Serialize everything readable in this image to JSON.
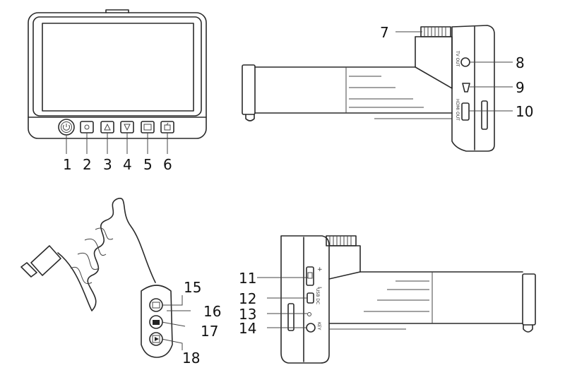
{
  "callouts": {
    "c1": "1",
    "c2": "2",
    "c3": "3",
    "c4": "4",
    "c5": "5",
    "c6": "6",
    "c7": "7",
    "c8": "8",
    "c9": "9",
    "c10": "10",
    "c11": "11",
    "c12": "12",
    "c13": "13",
    "c14": "14",
    "c15": "15",
    "c16": "16",
    "c17": "17",
    "c18": "18"
  },
  "port_labels": {
    "tv_out": "TV OUT",
    "hdmi_out": "HDMI OUT",
    "usb_dc": "USB DC",
    "key": "KEY",
    "plus": "+",
    "minus": "−"
  },
  "icons": {
    "b1": "power-icon",
    "b2": "settings-icon",
    "b3": "up-arrow-icon",
    "b4": "down-arrow-icon",
    "b5": "mode-icon",
    "b6": "playback-icon",
    "r15": "mode-icon",
    "r16": "camera-icon",
    "r17": "play-icon"
  }
}
